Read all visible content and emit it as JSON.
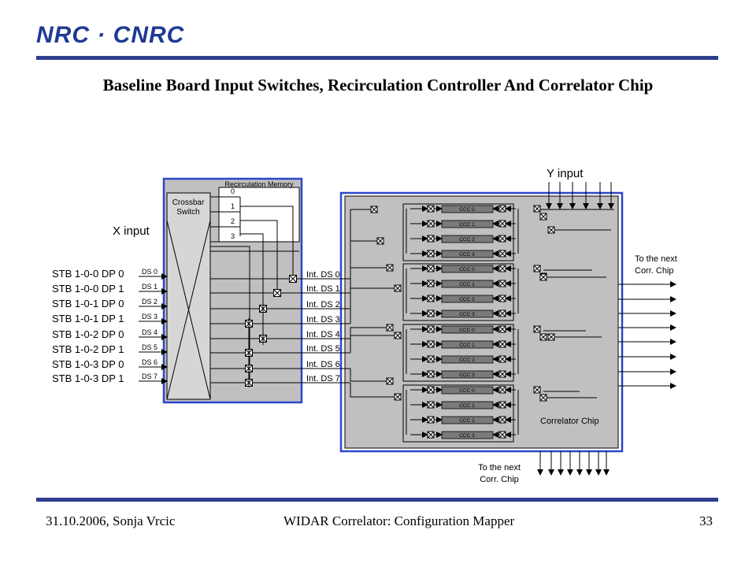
{
  "header": {
    "logo_text": "NRC · CNRC"
  },
  "slide": {
    "title": "Baseline Board Input Switches, Recirculation Controller And Correlator Chip"
  },
  "diagram": {
    "y_input": "Y input",
    "x_input": "X input",
    "crossbar": [
      "Crossbar",
      "Switch"
    ],
    "recirc_memory": "Recirculation Memory",
    "recirc_ports": [
      "0",
      "1",
      "2",
      "3"
    ],
    "stb_inputs": [
      "STB 1-0-0  DP 0",
      "STB 1-0-0  DP 1",
      "STB 1-0-1  DP 0",
      "STB 1-0-1  DP 1",
      "STB 1-0-2  DP 0",
      "STB 1-0-2  DP 1",
      "STB 1-0-3  DP 0",
      "STB 1-0-3  DP 1"
    ],
    "ds_labels": [
      "DS 0",
      "DS 1",
      "DS 2",
      "DS 3",
      "DS 4",
      "DS 5",
      "DS 6",
      "DS 7"
    ],
    "int_ds_labels": [
      "Int. DS 0",
      "Int. DS 1",
      "Int. DS 2",
      "Int. DS 3",
      "Int. DS 4",
      "Int. DS 5",
      "Int. DS 6",
      "Int. DS 7"
    ],
    "ccc_labels": [
      "CCC 0",
      "CCC 1",
      "CCC 2",
      "CCC 3"
    ],
    "next_corr_right": [
      "To the next",
      "Corr. Chip"
    ],
    "next_corr_bottom": [
      "To the next",
      "Corr. Chip"
    ],
    "correlator_chip": "Correlator Chip",
    "colors": {
      "frame": "#2b47c8",
      "panel": "#c0c0c0",
      "ccc": "#7a7a7a",
      "rule": "#2e3e8f"
    }
  },
  "footer": {
    "date_author": "31.10.2006, Sonja Vrcic",
    "center": "WIDAR Correlator: Configuration Mapper",
    "page": "33"
  }
}
